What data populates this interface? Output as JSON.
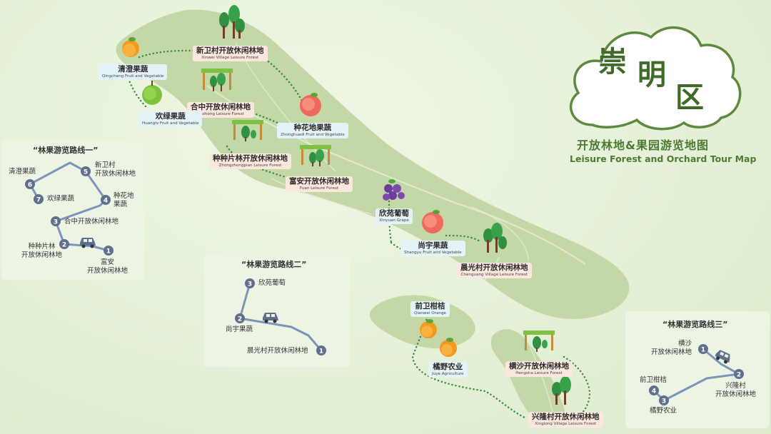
{
  "title": {
    "char1": "崇",
    "char2": "明",
    "char3": "区"
  },
  "subtitle": {
    "zh": "开放林地&果园游览地图",
    "en": "Leisure Forest and Orchard Tour Map"
  },
  "places": {
    "xinwei": {
      "zh": "新卫村开放休闲林地",
      "en": "Xinwei Village Leisure Forest"
    },
    "qingcheng": {
      "zh": "清澄果蔬",
      "en": "Qingcheng Fruit and Vegetable"
    },
    "hezhong": {
      "zh": "合中开放休闲林地",
      "en": "Hezhong  Leisure Forest"
    },
    "huanglv": {
      "zh": "欢绿果蔬",
      "en": "Huanglv Fruit and Vegetable"
    },
    "zhonghuadi": {
      "zh": "种花地果蔬",
      "en": "Zhonghuadi Fruit and Vegetable"
    },
    "zhongzhong": {
      "zh": "种种片林开放休闲林地",
      "en": "Zhongzhongpian  Leisure Forest"
    },
    "fuan": {
      "zh": "富安开放休闲林地",
      "en": "Fuan  Leisure Forest"
    },
    "xinyuan": {
      "zh": "欣苑葡萄",
      "en": "Xinyuan Grape"
    },
    "shangyu": {
      "zh": "尚宇果蔬",
      "en": "Shangyu Fruit and Vegetable"
    },
    "chenguang": {
      "zh": "晨光村开放休闲林地",
      "en": "Chenguang Village Leisure Forest"
    },
    "qianwei": {
      "zh": "前卫柑桔",
      "en": "Qianwei Orange"
    },
    "juye": {
      "zh": "橘野农业",
      "en": "Juye Agriculture"
    },
    "hengsha": {
      "zh": "横沙开放休闲林地",
      "en": "Hengsha  Leisure Forest"
    },
    "xinglong": {
      "zh": "兴隆村开放休闲林地",
      "en": "Xinglong Village Leisure Forest"
    }
  },
  "routes": {
    "r1": {
      "title": "“林果游览路线一”",
      "stops": [
        {
          "num": "1",
          "label": "富安\n开放休闲林地"
        },
        {
          "num": "2",
          "label": "种种片林\n开放休闲林地"
        },
        {
          "num": "3",
          "label": "合中开放休闲林地"
        },
        {
          "num": "4",
          "label": "种花地\n果蔬"
        },
        {
          "num": "5",
          "label": "新卫村\n开放休闲林地"
        },
        {
          "num": "6",
          "label": "清澄果蔬"
        },
        {
          "num": "7",
          "label": "欢绿果蔬"
        }
      ]
    },
    "r2": {
      "title": "“林果游览路线二”",
      "stops": [
        {
          "num": "1",
          "label": "晨光村开放休闲林地"
        },
        {
          "num": "2",
          "label": "尚宇果蔬"
        },
        {
          "num": "3",
          "label": "欣苑葡萄"
        }
      ]
    },
    "r3": {
      "title": "“林果游览路线三”",
      "stops": [
        {
          "num": "1",
          "label": "横沙\n开放休闲林地"
        },
        {
          "num": "2",
          "label": "兴隆村\n开放休闲林地"
        },
        {
          "num": "3",
          "label": "橘野农业"
        },
        {
          "num": "4",
          "label": "前卫柑桔"
        }
      ]
    }
  },
  "colors": {
    "land": "#c4d7a7",
    "route": "#7e93b8",
    "dots": "#2f8a3a",
    "title": "#3f6b2a"
  },
  "icons": [
    "tree-icon",
    "orange-icon",
    "apple-icon",
    "peach-icon",
    "grape-icon",
    "forest-gate-icon",
    "car-icon",
    "cloud-icon"
  ]
}
